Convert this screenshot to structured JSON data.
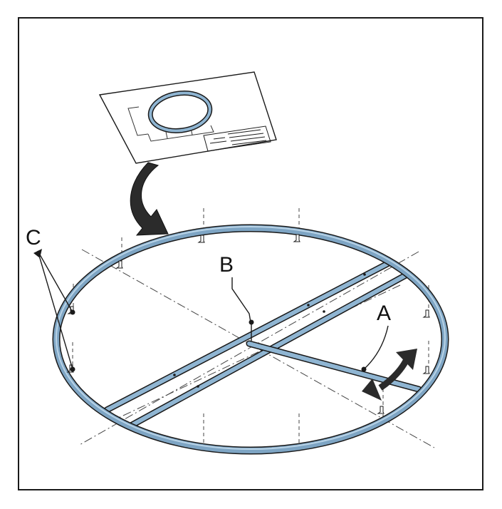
{
  "callouts": {
    "a": "A",
    "b": "B",
    "c": "C"
  },
  "colors": {
    "frame": "#6f97b8",
    "frame_light": "#a9c6dc",
    "outline": "#1a1a1a",
    "arrow": "#2b2b2b"
  },
  "icons": {
    "drawing": "blueprint-sheet-icon",
    "adjust": "double-headed-arrow-icon"
  }
}
